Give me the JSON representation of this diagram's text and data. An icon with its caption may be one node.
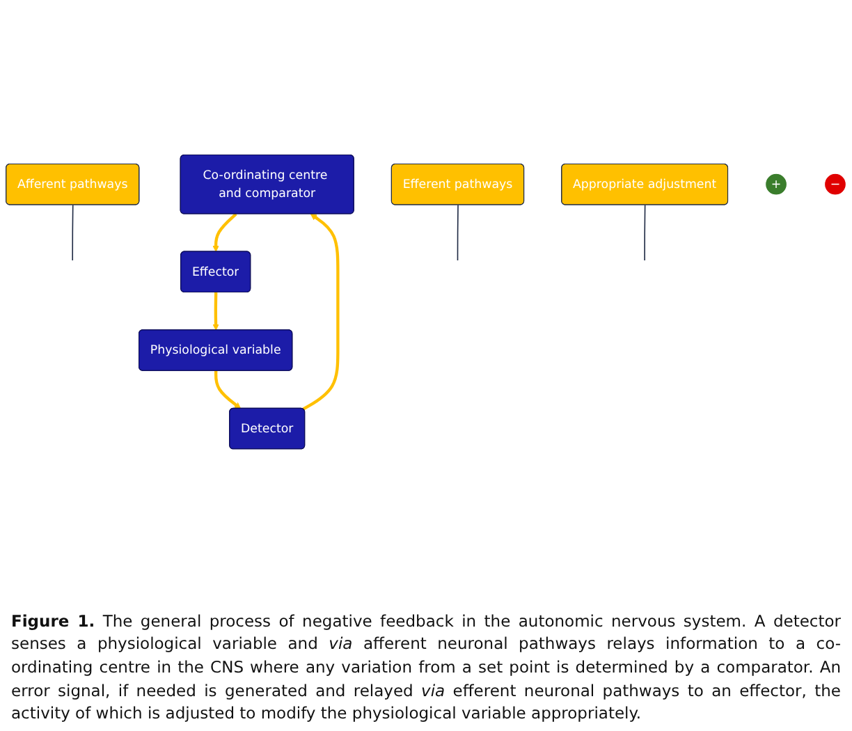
{
  "diagram": {
    "caption": "**Figure 1.** The general process of negative feedback in the autonomic nervous system. A detector senses a physiological variable and *via* afferent neuronal pathways relays information to a co-ordinating centre in the CNS where any variation from a set point is determined by a comparator. An error signal, if needed is generated and relayed *via* efferent neuronal pathways to an effector, the activity of which is adjusted to modify the physiological variable appropriately.",
    "nodes": [
      {
        "text": [
          "Co-ordinating centre and comparator"
        ]
      },
      {
        "text": [
          "Effector"
        ]
      },
      {
        "text": [
          "Physiological variable"
        ]
      },
      {
        "text": [
          "Detector"
        ]
      },
      {
        "text": [
          "Afferent pathways"
        ]
      },
      {
        "text": [
          "Efferent pathways"
        ]
      },
      {
        "text": [
          "Appropriate adjustment"
        ]
      },
      {
        "text": [
          "+"
        ]
      },
      {
        "text": [
          "−"
        ]
      }
    ],
    "edges": [
      {
        "from": 3,
        "to": 0,
        "arrow": "to"
      },
      {
        "from": 0,
        "to": 1,
        "arrow": "to"
      },
      {
        "from": 1,
        "to": 2,
        "arrow": "to"
      },
      {
        "from": 2,
        "to": 3,
        "arrow": "to"
      },
      {
        "from": 4,
        "to": null,
        "arrow": "none",
        "color": "#1f2a44"
      },
      {
        "from": 5,
        "to": null,
        "arrow": "none",
        "color": "#1f2a44"
      },
      {
        "from": 6,
        "to": null,
        "arrow": "none",
        "color": "#1f2a44"
      }
    ]
  }
}
